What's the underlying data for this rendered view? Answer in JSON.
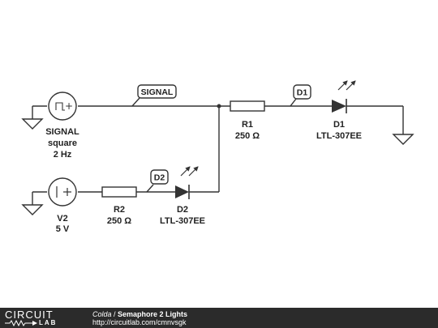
{
  "schematic": {
    "signal_source": {
      "name": "SIGNAL",
      "line2": "square",
      "line3": "2 Hz"
    },
    "v2": {
      "name": "V2",
      "value": "5 V"
    },
    "r1": {
      "name": "R1",
      "value": "250 Ω"
    },
    "r2": {
      "name": "R2",
      "value": "250 Ω"
    },
    "d1": {
      "name": "D1",
      "part": "LTL-307EE",
      "tag": "D1"
    },
    "d2": {
      "name": "D2",
      "part": "LTL-307EE",
      "tag": "D2"
    },
    "signal_tag": "SIGNAL"
  },
  "footer": {
    "logo_top": "CIRCUIT",
    "logo_bottom": "LAB",
    "author": "Colda",
    "separator": " / ",
    "title": "Semaphore 2 Lights",
    "url": "http://circuitlab.com/cmnvsgk"
  },
  "colors": {
    "footer_bg": "#2b2b2b",
    "wire": "#333333",
    "text": "#222222"
  },
  "icons": [
    "ground-icon",
    "ac-source-icon",
    "dc-source-icon",
    "resistor-icon",
    "led-icon",
    "net-tag-icon"
  ]
}
